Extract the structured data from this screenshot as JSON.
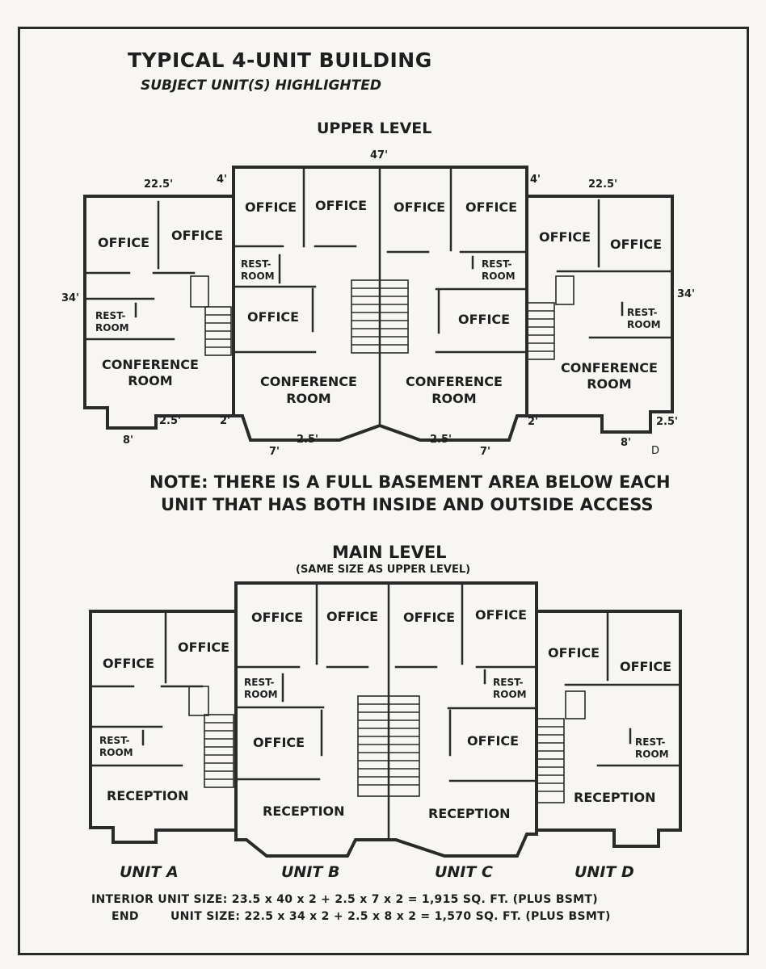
{
  "header": {
    "title": "TYPICAL 4-UNIT BUILDING",
    "subtitle": "SUBJECT UNIT(S) HIGHLIGHTED"
  },
  "upper_level": {
    "label": "UPPER LEVEL",
    "dims": {
      "top_total": "47'",
      "left_width": "22.5'",
      "right_width": "22.5'",
      "left_offset": "4'",
      "right_offset": "4'",
      "left_depth": "34'",
      "right_depth": "34'",
      "left_bay_depth": "2.5'",
      "right_bay_depth": "2.5'",
      "left_bay_width": "8'",
      "right_bay_width": "8'",
      "left_step": "2'",
      "right_step": "2'",
      "center_left_bay": "7'",
      "center_left_depth": "2.5'",
      "center_right_depth": "2.5'",
      "center_right_bay": "7'",
      "mark": "D"
    },
    "rooms": {
      "a_office_1": "OFFICE",
      "a_office_2": "OFFICE",
      "a_restroom": "REST-\nROOM",
      "a_conference": "CONFERENCE\nROOM",
      "b_office_1": "OFFICE",
      "b_office_2": "OFFICE",
      "b_restroom": "REST-\nROOM",
      "b_office_3": "OFFICE",
      "b_conference": "CONFERENCE\nROOM",
      "c_office_1": "OFFICE",
      "c_office_2": "OFFICE",
      "c_restroom": "REST-\nROOM",
      "c_office_3": "OFFICE",
      "c_conference": "CONFERENCE\nROOM",
      "d_office_1": "OFFICE",
      "d_office_2": "OFFICE",
      "d_restroom": "REST-\nROOM",
      "d_conference": "CONFERENCE\nROOM"
    }
  },
  "note": {
    "line1": "NOTE: THERE IS A FULL BASEMENT AREA BELOW EACH",
    "line2": "UNIT THAT HAS BOTH INSIDE AND OUTSIDE ACCESS"
  },
  "main_level": {
    "label": "MAIN LEVEL",
    "sublabel": "(SAME SIZE AS UPPER LEVEL)",
    "rooms": {
      "a_office_1": "OFFICE",
      "a_office_2": "OFFICE",
      "a_restroom": "REST-\nROOM",
      "a_reception": "RECEPTION",
      "b_office_1": "OFFICE",
      "b_office_2": "OFFICE",
      "b_restroom": "REST-\nROOM",
      "b_office_3": "OFFICE",
      "b_reception": "RECEPTION",
      "c_office_1": "OFFICE",
      "c_office_2": "OFFICE",
      "c_restroom": "REST-\nROOM",
      "c_office_3": "OFFICE",
      "c_reception": "RECEPTION",
      "d_office_1": "OFFICE",
      "d_office_2": "OFFICE",
      "d_restroom": "REST-\nROOM",
      "d_reception": "RECEPTION"
    }
  },
  "units": {
    "a": "UNIT A",
    "b": "UNIT B",
    "c": "UNIT C",
    "d": "UNIT D"
  },
  "sizes": {
    "interior": "INTERIOR UNIT SIZE: 23.5 x 40 x 2 + 2.5 x 7 x 2 = 1,915 SQ. FT. (PLUS BSMT)",
    "end_label": "END",
    "end": "UNIT SIZE: 22.5 x 34 x 2 + 2.5 x 8 x 2 = 1,570 SQ. FT. (PLUS BSMT)"
  }
}
